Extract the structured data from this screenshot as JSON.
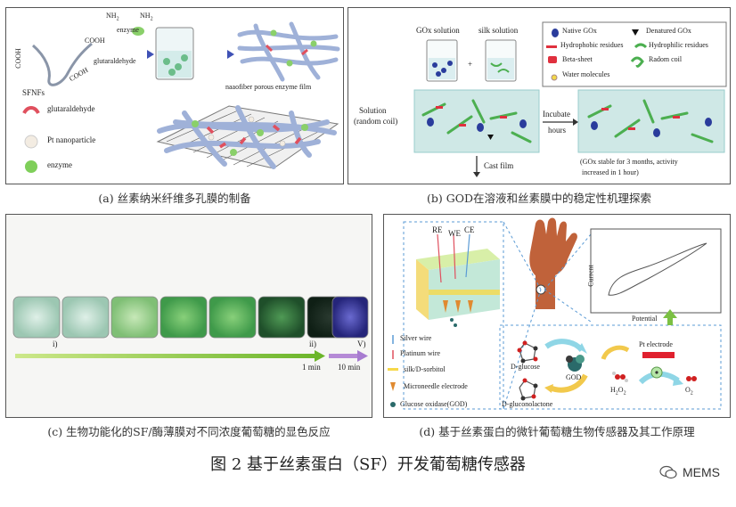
{
  "panel_a": {
    "caption": "(a) 丝素纳米纤维多孔膜的制备",
    "labels": {
      "cooh_1": "COOH",
      "cooh_2": "COOH",
      "cooh_3": "COOH",
      "nh2_1": "NH",
      "nh2_2": "NH",
      "sub2": "2",
      "enzyme": "enzyme",
      "glutaraldehyde_top": "glutaraldehyde",
      "sfnfs": "SFNFs",
      "film": "naaofiber porous enzyme film",
      "legend_glutaraldehyde": "glutaraldehyde",
      "legend_pt": "Pt nanoparticle",
      "legend_enzyme": "enzyme"
    }
  },
  "panel_b": {
    "caption": "(b) GOD在溶液和丝素膜中的稳定性机理探索",
    "labels": {
      "gox_solution": "GOx solution",
      "silk_solution": "silk solution",
      "plus": "+",
      "solution": "Solution",
      "random_coil_paren": "(random coil)",
      "incubate": "Incubate",
      "hours": "hours",
      "cast_film": "Cast film",
      "stable_1": "(GOx stable for 3 months, activity",
      "stable_2": "increased in 1 hour)"
    },
    "legend": {
      "native": "Native GOx",
      "denatured": "Denatured GOx",
      "hydrophobic": "Hydrophobic residues",
      "hydrophilic": "Hydrophilic residues",
      "beta_sheet": "Beta-sheet",
      "random_coil": "Radom coil",
      "water": "Water molecules"
    }
  },
  "panel_c": {
    "caption": "(c) 生物功能化的SF/酶薄膜对不同浓度葡萄糖的显色反应",
    "labels": {
      "i": "i)",
      "ii": "ii)",
      "v": "V)",
      "one_min": "1 min",
      "ten_min": "10 min"
    }
  },
  "panel_d": {
    "caption": "(d) 基于丝素蛋白的微针葡萄糖生物传感器及其工作原理",
    "labels": {
      "re": "RE",
      "we": "WE",
      "ce": "CE",
      "current": "Current",
      "potential": "Potential",
      "pt_electrode": "Pt electrode",
      "d_glucose": "D-glucose",
      "god": "GOD",
      "d_gluconolactone": "D-gluconolactone",
      "h2o2_h": "H",
      "h2o2_2a": "2",
      "h2o2_o": "O",
      "h2o2_2b": "2",
      "o2_o": "O",
      "o2_2": "2"
    },
    "legend": {
      "silver": "Silver wire",
      "platinum": "Platinum wire",
      "sorbitol": "silk/D-sorbitol",
      "microneedle": "Microneedle electrode",
      "god": "Glucose oxidase(GOD)"
    }
  },
  "figure_title": "图 2  基于丝素蛋白（SF）开发葡萄糖传感器",
  "watermark": "MEMS",
  "colors": {
    "fiber": "#9fb1d8",
    "red_linker": "#e0505e",
    "enzyme_green": "#7fcf5a",
    "gox_blue": "#2a3c9c",
    "solution_bg": "#cfe8e6",
    "dish_green": "#3f9a4a",
    "dish_purple": "#4a3f9a",
    "arrow_green": "#9acd32",
    "arrow_purple": "#a77bd0"
  }
}
